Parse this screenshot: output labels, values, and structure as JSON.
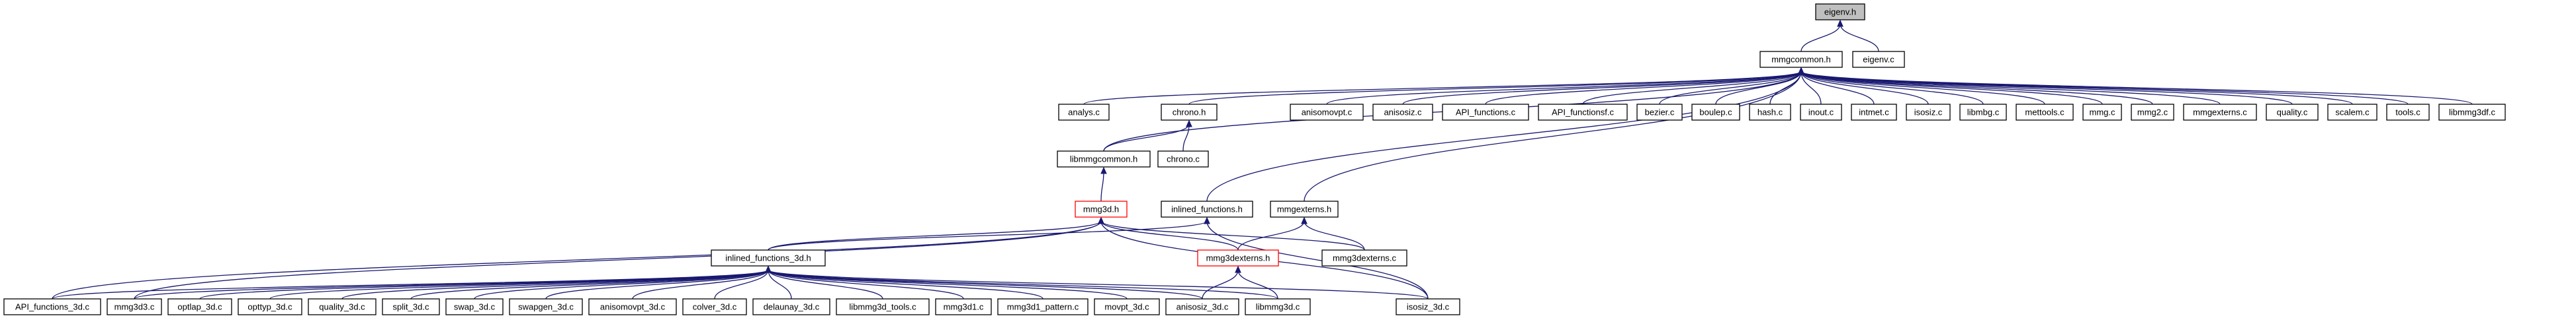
{
  "graph": {
    "root": "eigenv.h",
    "nodes": [
      {
        "id": "eigenv_h",
        "label": "eigenv.h",
        "style": "root"
      },
      {
        "id": "mmgcommon_h",
        "label": "mmgcommon.h"
      },
      {
        "id": "eigenv_c",
        "label": "eigenv.c"
      },
      {
        "id": "analys_c",
        "label": "analys.c"
      },
      {
        "id": "chrono_h",
        "label": "chrono.h"
      },
      {
        "id": "anisomovpt_c",
        "label": "anisomovpt.c"
      },
      {
        "id": "anisosiz_c",
        "label": "anisosiz.c"
      },
      {
        "id": "API_functions_c",
        "label": "API_functions.c"
      },
      {
        "id": "API_functionsf_c",
        "label": "API_functionsf.c"
      },
      {
        "id": "bezier_c",
        "label": "bezier.c"
      },
      {
        "id": "boulep_c",
        "label": "boulep.c"
      },
      {
        "id": "hash_c",
        "label": "hash.c"
      },
      {
        "id": "inout_c",
        "label": "inout.c"
      },
      {
        "id": "intmet_c",
        "label": "intmet.c"
      },
      {
        "id": "isosiz_c",
        "label": "isosiz.c"
      },
      {
        "id": "libmbg_c",
        "label": "libmbg.c"
      },
      {
        "id": "mettools_c",
        "label": "mettools.c"
      },
      {
        "id": "mmg_c",
        "label": "mmg.c"
      },
      {
        "id": "mmg2_c",
        "label": "mmg2.c"
      },
      {
        "id": "mmgexterns_c",
        "label": "mmgexterns.c"
      },
      {
        "id": "quality_c",
        "label": "quality.c"
      },
      {
        "id": "scalem_c",
        "label": "scalem.c"
      },
      {
        "id": "tools_c",
        "label": "tools.c"
      },
      {
        "id": "libmmg3df_c",
        "label": "libmmg3df.c"
      },
      {
        "id": "libmmgcommon_h",
        "label": "libmmgcommon.h"
      },
      {
        "id": "chrono_c",
        "label": "chrono.c"
      },
      {
        "id": "mmg3d_h",
        "label": "mmg3d.h",
        "style": "red"
      },
      {
        "id": "inlined_functions_h",
        "label": "inlined_functions.h"
      },
      {
        "id": "mmgexterns_h",
        "label": "mmgexterns.h"
      },
      {
        "id": "inlined_functions_3d_h",
        "label": "inlined_functions_3d.h"
      },
      {
        "id": "mmg3dexterns_h",
        "label": "mmg3dexterns.h",
        "style": "red"
      },
      {
        "id": "mmg3dexterns_c",
        "label": "mmg3dexterns.c"
      },
      {
        "id": "API_functions_3d_c",
        "label": "API_functions_3d.c"
      },
      {
        "id": "mmg3d3_c",
        "label": "mmg3d3.c"
      },
      {
        "id": "optlap_3d_c",
        "label": "optlap_3d.c"
      },
      {
        "id": "opttyp_3d_c",
        "label": "opttyp_3d.c"
      },
      {
        "id": "quality_3d_c",
        "label": "quality_3d.c"
      },
      {
        "id": "split_3d_c",
        "label": "split_3d.c"
      },
      {
        "id": "swap_3d_c",
        "label": "swap_3d.c"
      },
      {
        "id": "swapgen_3d_c",
        "label": "swapgen_3d.c"
      },
      {
        "id": "anisomovpt_3d_c",
        "label": "anisomovpt_3d.c"
      },
      {
        "id": "colver_3d_c",
        "label": "colver_3d.c"
      },
      {
        "id": "delaunay_3d_c",
        "label": "delaunay_3d.c"
      },
      {
        "id": "libmmg3d_tools_c",
        "label": "libmmg3d_tools.c"
      },
      {
        "id": "mmg3d1_c",
        "label": "mmg3d1.c"
      },
      {
        "id": "mmg3d1_pattern_c",
        "label": "mmg3d1_pattern.c"
      },
      {
        "id": "movpt_3d_c",
        "label": "movpt_3d.c"
      },
      {
        "id": "anisosiz_3d_c",
        "label": "anisosiz_3d.c"
      },
      {
        "id": "libmmg3d_c",
        "label": "libmmg3d.c"
      },
      {
        "id": "isosiz_3d_c",
        "label": "isosiz_3d.c"
      }
    ],
    "edges": [
      [
        "mmgcommon_h",
        "eigenv_h"
      ],
      [
        "eigenv_c",
        "eigenv_h"
      ],
      [
        "analys_c",
        "mmgcommon_h"
      ],
      [
        "chrono_h",
        "mmgcommon_h"
      ],
      [
        "anisomovpt_c",
        "mmgcommon_h"
      ],
      [
        "anisosiz_c",
        "mmgcommon_h"
      ],
      [
        "API_functions_c",
        "mmgcommon_h"
      ],
      [
        "API_functionsf_c",
        "mmgcommon_h"
      ],
      [
        "bezier_c",
        "mmgcommon_h"
      ],
      [
        "boulep_c",
        "mmgcommon_h"
      ],
      [
        "hash_c",
        "mmgcommon_h"
      ],
      [
        "inout_c",
        "mmgcommon_h"
      ],
      [
        "intmet_c",
        "mmgcommon_h"
      ],
      [
        "isosiz_c",
        "mmgcommon_h"
      ],
      [
        "libmbg_c",
        "mmgcommon_h"
      ],
      [
        "mettools_c",
        "mmgcommon_h"
      ],
      [
        "mmg_c",
        "mmgcommon_h"
      ],
      [
        "mmg2_c",
        "mmgcommon_h"
      ],
      [
        "mmgexterns_c",
        "mmgcommon_h"
      ],
      [
        "quality_c",
        "mmgcommon_h"
      ],
      [
        "scalem_c",
        "mmgcommon_h"
      ],
      [
        "tools_c",
        "mmgcommon_h"
      ],
      [
        "libmmg3df_c",
        "mmgcommon_h"
      ],
      [
        "libmmgcommon_h",
        "mmgcommon_h"
      ],
      [
        "inlined_functions_h",
        "mmgcommon_h"
      ],
      [
        "mmgexterns_h",
        "mmgcommon_h"
      ],
      [
        "libmmgcommon_h",
        "chrono_h"
      ],
      [
        "chrono_c",
        "chrono_h"
      ],
      [
        "mmg3d_h",
        "libmmgcommon_h"
      ],
      [
        "inlined_functions_3d_h",
        "mmg3d_h"
      ],
      [
        "mmg3dexterns_h",
        "mmg3d_h"
      ],
      [
        "mmg3dexterns_c",
        "mmg3d_h"
      ],
      [
        "API_functions_3d_c",
        "mmg3d_h"
      ],
      [
        "mmg3d3_c",
        "mmg3d_h"
      ],
      [
        "isosiz_3d_c",
        "mmg3d_h"
      ],
      [
        "inlined_functions_3d_h",
        "inlined_functions_h"
      ],
      [
        "isosiz_3d_c",
        "inlined_functions_h"
      ],
      [
        "mmg3dexterns_h",
        "mmgexterns_h"
      ],
      [
        "mmg3dexterns_c",
        "mmgexterns_h"
      ],
      [
        "anisosiz_3d_c",
        "mmg3dexterns_h"
      ],
      [
        "libmmg3d_c",
        "mmg3dexterns_h"
      ],
      [
        "API_functions_3d_c",
        "inlined_functions_3d_h"
      ],
      [
        "mmg3d3_c",
        "inlined_functions_3d_h"
      ],
      [
        "optlap_3d_c",
        "inlined_functions_3d_h"
      ],
      [
        "opttyp_3d_c",
        "inlined_functions_3d_h"
      ],
      [
        "quality_3d_c",
        "inlined_functions_3d_h"
      ],
      [
        "split_3d_c",
        "inlined_functions_3d_h"
      ],
      [
        "swap_3d_c",
        "inlined_functions_3d_h"
      ],
      [
        "swapgen_3d_c",
        "inlined_functions_3d_h"
      ],
      [
        "anisomovpt_3d_c",
        "inlined_functions_3d_h"
      ],
      [
        "colver_3d_c",
        "inlined_functions_3d_h"
      ],
      [
        "delaunay_3d_c",
        "inlined_functions_3d_h"
      ],
      [
        "libmmg3d_tools_c",
        "inlined_functions_3d_h"
      ],
      [
        "mmg3d1_c",
        "inlined_functions_3d_h"
      ],
      [
        "mmg3d1_pattern_c",
        "inlined_functions_3d_h"
      ],
      [
        "movpt_3d_c",
        "inlined_functions_3d_h"
      ],
      [
        "anisosiz_3d_c",
        "inlined_functions_3d_h"
      ],
      [
        "libmmg3d_c",
        "inlined_functions_3d_h"
      ],
      [
        "isosiz_3d_c",
        "inlined_functions_3d_h"
      ]
    ]
  }
}
